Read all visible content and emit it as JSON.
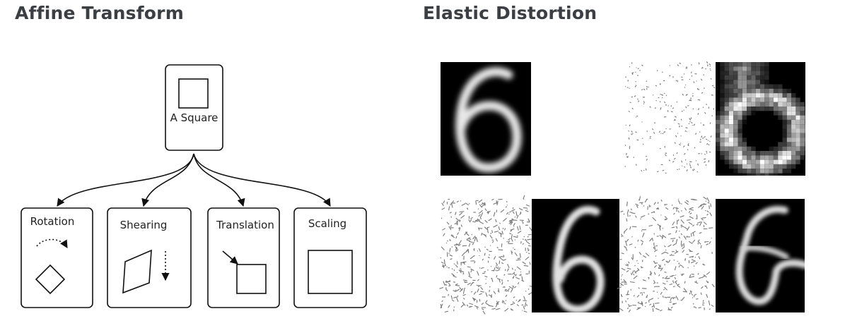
{
  "affine": {
    "title": "Affine Transform",
    "root_label": "A Square",
    "transforms": [
      {
        "label": "Rotation"
      },
      {
        "label": "Shearing"
      },
      {
        "label": "Translation"
      },
      {
        "label": "Scaling"
      }
    ]
  },
  "elastic": {
    "title": "Elastic Distortion",
    "panels": [
      {
        "kind": "original-digit",
        "digit": "6"
      },
      {
        "kind": "displacement-field-and-distorted-digit",
        "digit": "6"
      },
      {
        "kind": "displacement-field-and-distorted-digit",
        "digit": "6"
      },
      {
        "kind": "displacement-field-and-distorted-digit",
        "digit": "6"
      }
    ]
  }
}
